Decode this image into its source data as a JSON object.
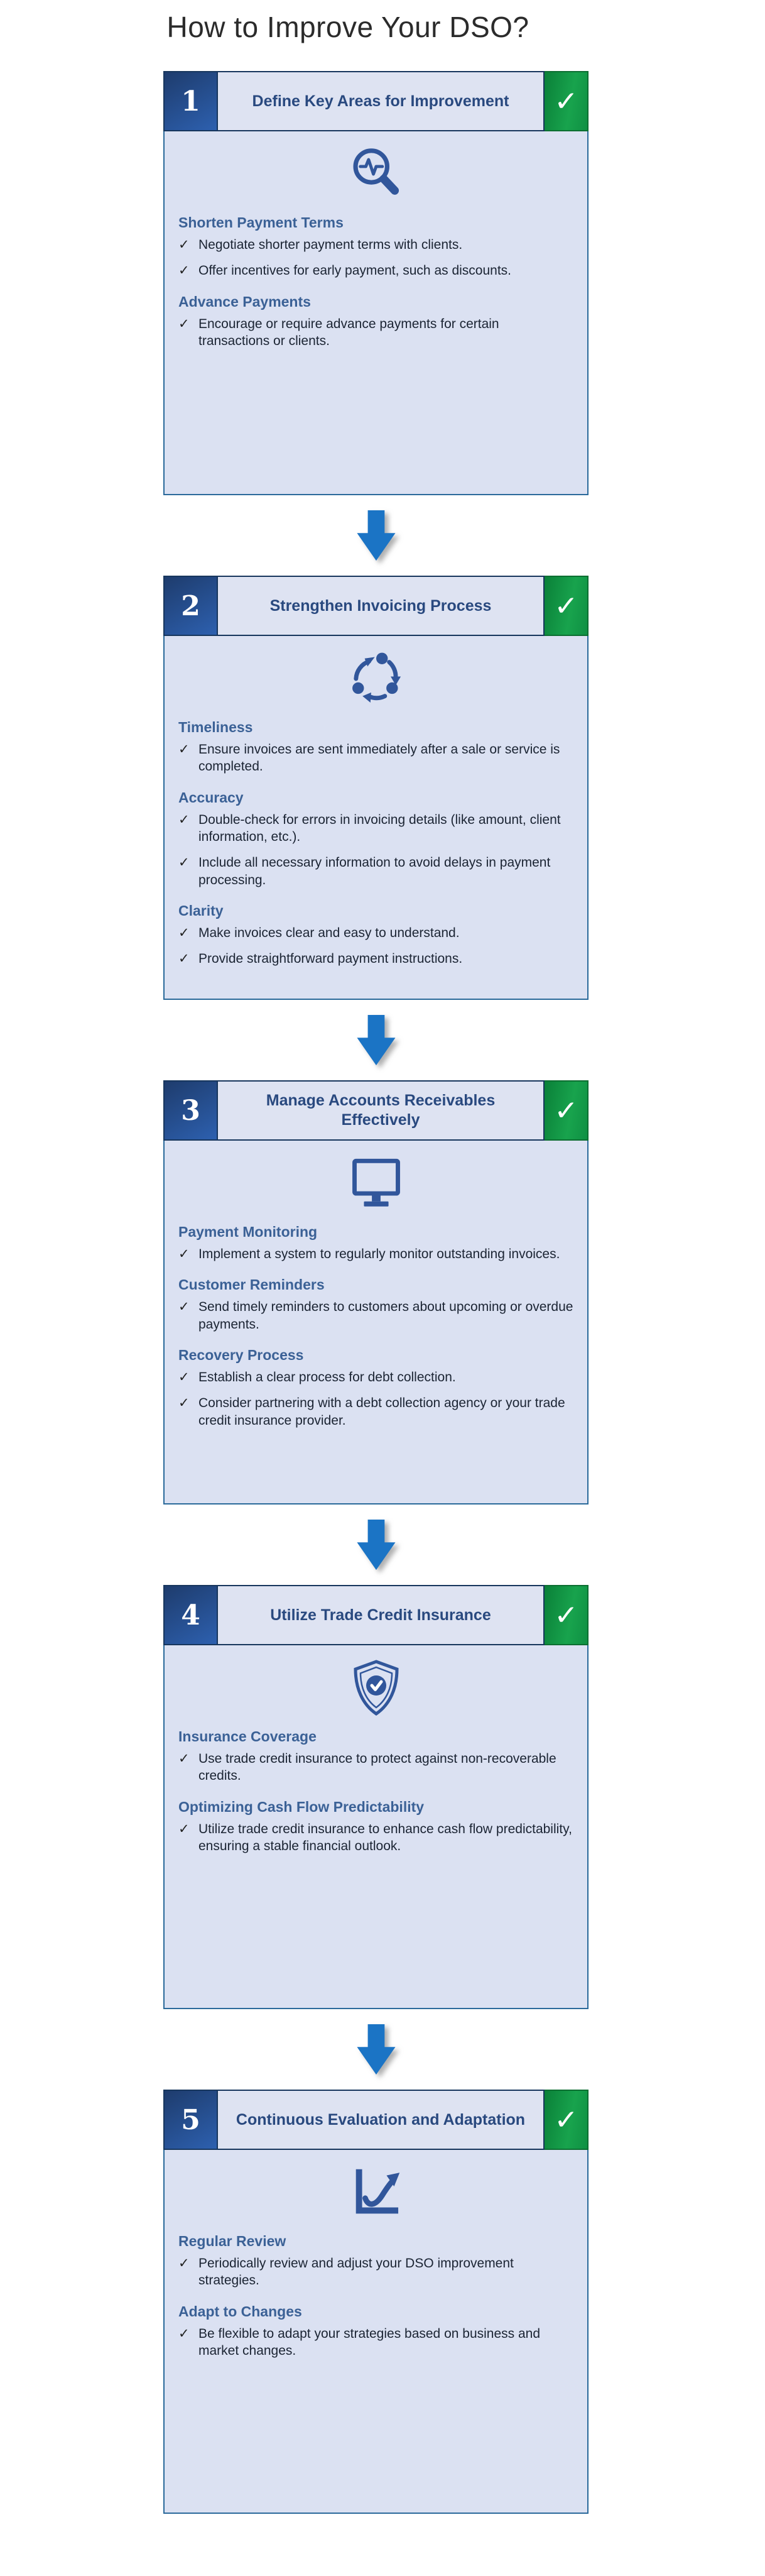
{
  "page": {
    "title": "How to Improve Your DSO?"
  },
  "check_glyph": "✓",
  "bullet_glyph": "✓",
  "colors": {
    "accent_arrow": "#1b74c5",
    "navy_border": "#17365d",
    "card_border": "#2b6a9b",
    "body_fill": "#dbe1f2",
    "titlebox_fill": "#dee3f2",
    "header_title_text": "#29497f",
    "section_heading_text": "#3b6196",
    "body_text": "#1b2433",
    "num_grad_start": "#1e3c6d",
    "num_grad_end": "#2d60af",
    "green_grad_start": "#0a8038",
    "green_grad_end": "#18a34d",
    "green_border": "#0c6e31",
    "icon_color": "#31569b",
    "title_text": "#2b2b2b"
  },
  "steps": [
    {
      "number": "1",
      "title": "Define Key Areas for Improvement",
      "icon": "magnifier-pulse-icon",
      "sections": [
        {
          "heading": "Shorten Payment Terms",
          "bullets": [
            "Negotiate shorter payment terms with clients.",
            "Offer incentives for early payment, such as discounts."
          ]
        },
        {
          "heading": "Advance Payments",
          "bullets": [
            "Encourage or require advance payments for certain transactions or clients."
          ]
        }
      ]
    },
    {
      "number": "2",
      "title": "Strengthen Invoicing Process",
      "icon": "cycle-icon",
      "sections": [
        {
          "heading": "Timeliness",
          "bullets": [
            "Ensure invoices are sent immediately after a sale or service is completed."
          ]
        },
        {
          "heading": "Accuracy",
          "bullets": [
            "Double-check for errors in invoicing details (like amount, client information, etc.).",
            "Include all necessary information to avoid delays in payment processing."
          ]
        },
        {
          "heading": "Clarity",
          "bullets": [
            "Make invoices clear and easy to understand.",
            "Provide straightforward payment instructions."
          ]
        }
      ]
    },
    {
      "number": "3",
      "title": "Manage Accounts Receivables Effectively",
      "icon": "monitor-icon",
      "sections": [
        {
          "heading": "Payment Monitoring",
          "bullets": [
            "Implement a system to regularly monitor outstanding invoices."
          ]
        },
        {
          "heading": "Customer Reminders",
          "bullets": [
            "Send timely reminders to customers about upcoming or overdue payments."
          ]
        },
        {
          "heading": "Recovery Process",
          "bullets": [
            "Establish a clear process for debt collection.",
            "Consider partnering with a debt collection agency or your trade credit insurance provider."
          ]
        }
      ]
    },
    {
      "number": "4",
      "title": "Utilize Trade Credit Insurance",
      "icon": "shield-check-icon",
      "sections": [
        {
          "heading": "Insurance Coverage",
          "bullets": [
            "Use trade credit insurance to protect against non-recoverable credits."
          ]
        },
        {
          "heading": "Optimizing Cash Flow Predictability",
          "bullets": [
            "Utilize trade credit insurance to enhance cash flow predictability, ensuring a stable financial outlook."
          ]
        }
      ]
    },
    {
      "number": "5",
      "title": "Continuous Evaluation and Adaptation",
      "icon": "growth-chart-icon",
      "sections": [
        {
          "heading": "Regular Review",
          "bullets": [
            "Periodically review and adjust your DSO improvement strategies."
          ]
        },
        {
          "heading": "Adapt to Changes",
          "bullets": [
            "Be flexible to adapt your strategies based on business and market changes."
          ]
        }
      ]
    }
  ]
}
